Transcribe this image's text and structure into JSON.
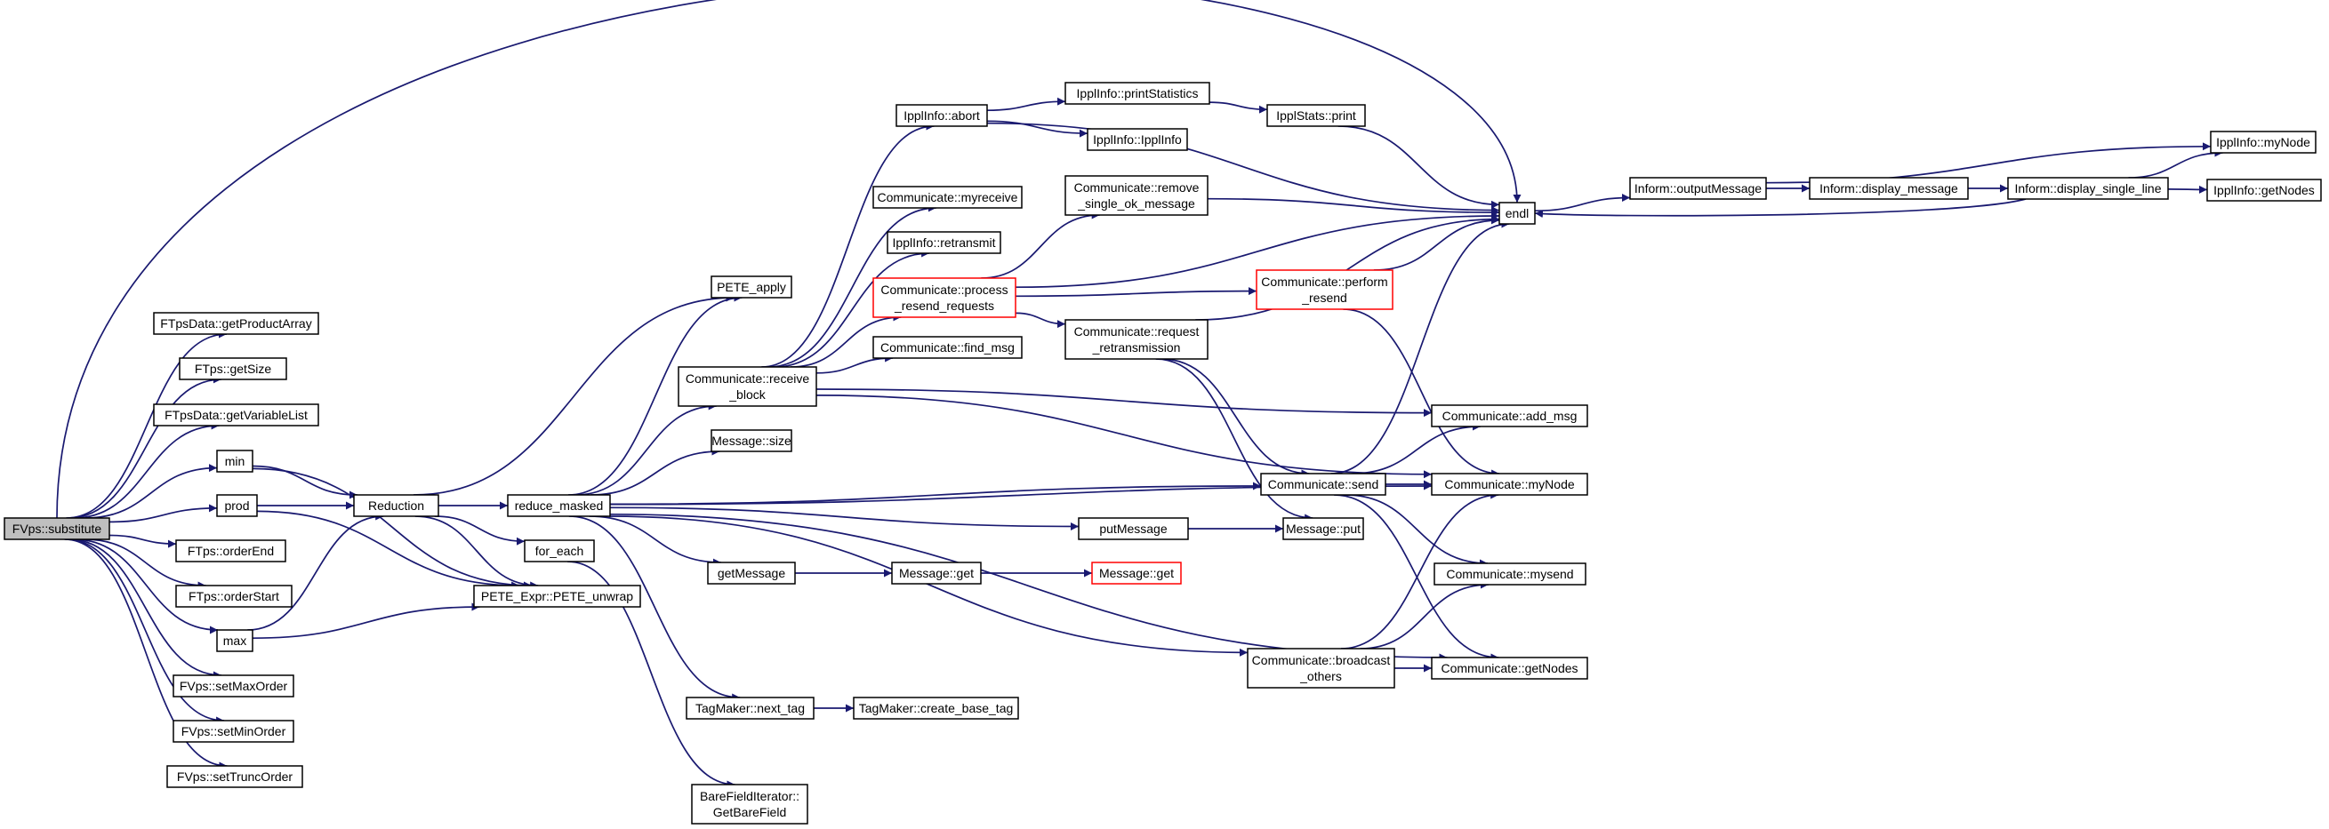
{
  "nodes": [
    {
      "id": "root",
      "lines": [
        "FVps::substitute"
      ],
      "root": true
    },
    {
      "id": "getProductArray",
      "lines": [
        "FTpsData::getProductArray"
      ]
    },
    {
      "id": "getSize",
      "lines": [
        "FTps::getSize"
      ]
    },
    {
      "id": "getVariableList",
      "lines": [
        "FTpsData::getVariableList"
      ]
    },
    {
      "id": "min",
      "lines": [
        "min"
      ]
    },
    {
      "id": "prod",
      "lines": [
        "prod"
      ]
    },
    {
      "id": "orderEnd",
      "lines": [
        "FTps::orderEnd"
      ]
    },
    {
      "id": "orderStart",
      "lines": [
        "FTps::orderStart"
      ]
    },
    {
      "id": "max",
      "lines": [
        "max"
      ]
    },
    {
      "id": "setMaxOrder",
      "lines": [
        "FVps::setMaxOrder"
      ]
    },
    {
      "id": "setMinOrder",
      "lines": [
        "FVps::setMinOrder"
      ]
    },
    {
      "id": "setTruncOrder",
      "lines": [
        "FVps::setTruncOrder"
      ]
    },
    {
      "id": "Reduction",
      "lines": [
        "Reduction"
      ]
    },
    {
      "id": "PETE_apply",
      "lines": [
        "PETE_apply"
      ]
    },
    {
      "id": "reduce_masked",
      "lines": [
        "reduce_masked"
      ]
    },
    {
      "id": "for_each",
      "lines": [
        "for_each"
      ]
    },
    {
      "id": "PETE_unwrap",
      "lines": [
        "PETE_Expr::PETE_unwrap"
      ]
    },
    {
      "id": "GetBareField",
      "lines": [
        "BareFieldIterator::",
        "GetBareField"
      ]
    },
    {
      "id": "abort",
      "lines": [
        "IpplInfo::abort"
      ]
    },
    {
      "id": "myreceive",
      "lines": [
        "Communicate::myreceive"
      ]
    },
    {
      "id": "retransmit",
      "lines": [
        "IpplInfo::retransmit"
      ]
    },
    {
      "id": "process_resend",
      "lines": [
        "Communicate::process",
        "_resend_requests"
      ],
      "trunc": true
    },
    {
      "id": "find_msg",
      "lines": [
        "Communicate::find_msg"
      ]
    },
    {
      "id": "receive_block",
      "lines": [
        "Communicate::receive",
        "_block"
      ]
    },
    {
      "id": "msg_size",
      "lines": [
        "Message::size"
      ]
    },
    {
      "id": "getMessage",
      "lines": [
        "getMessage"
      ]
    },
    {
      "id": "msg_get1",
      "lines": [
        "Message::get"
      ]
    },
    {
      "id": "msg_get2",
      "lines": [
        "Message::get"
      ],
      "trunc": true
    },
    {
      "id": "next_tag",
      "lines": [
        "TagMaker::next_tag"
      ]
    },
    {
      "id": "create_base_tag",
      "lines": [
        "TagMaker::create_base_tag"
      ]
    },
    {
      "id": "printStatistics",
      "lines": [
        "IpplInfo::printStatistics"
      ]
    },
    {
      "id": "ipplinfo_ctor",
      "lines": [
        "IpplInfo::IpplInfo"
      ]
    },
    {
      "id": "remove_single",
      "lines": [
        "Communicate::remove",
        "_single_ok_message"
      ]
    },
    {
      "id": "request_retrans",
      "lines": [
        "Communicate::request",
        "_retransmission"
      ]
    },
    {
      "id": "putMessage",
      "lines": [
        "putMessage"
      ]
    },
    {
      "id": "broadcast_others",
      "lines": [
        "Communicate::broadcast",
        "_others"
      ]
    },
    {
      "id": "stats_print",
      "lines": [
        "IpplStats::print"
      ]
    },
    {
      "id": "perform_resend",
      "lines": [
        "Communicate::perform",
        "_resend"
      ],
      "trunc": true
    },
    {
      "id": "comm_send",
      "lines": [
        "Communicate::send"
      ]
    },
    {
      "id": "msg_put",
      "lines": [
        "Message::put"
      ]
    },
    {
      "id": "endl",
      "lines": [
        "endl"
      ]
    },
    {
      "id": "add_msg",
      "lines": [
        "Communicate::add_msg"
      ]
    },
    {
      "id": "myNode",
      "lines": [
        "Communicate::myNode"
      ]
    },
    {
      "id": "mysend",
      "lines": [
        "Communicate::mysend"
      ]
    },
    {
      "id": "getNodes",
      "lines": [
        "Communicate::getNodes"
      ]
    },
    {
      "id": "outputMessage",
      "lines": [
        "Inform::outputMessage"
      ]
    },
    {
      "id": "display_message",
      "lines": [
        "Inform::display_message"
      ]
    },
    {
      "id": "display_single_line",
      "lines": [
        "Inform::display_single_line"
      ]
    },
    {
      "id": "ippl_myNode",
      "lines": [
        "IpplInfo::myNode"
      ]
    },
    {
      "id": "ippl_getNodes",
      "lines": [
        "IpplInfo::getNodes"
      ]
    }
  ],
  "edges": [
    [
      "root",
      "getProductArray"
    ],
    [
      "root",
      "getSize"
    ],
    [
      "root",
      "getVariableList"
    ],
    [
      "root",
      "min"
    ],
    [
      "root",
      "prod"
    ],
    [
      "root",
      "orderEnd"
    ],
    [
      "root",
      "orderStart"
    ],
    [
      "root",
      "max"
    ],
    [
      "root",
      "setMaxOrder"
    ],
    [
      "root",
      "setMinOrder"
    ],
    [
      "root",
      "setTruncOrder"
    ],
    [
      "root",
      "endl"
    ],
    [
      "min",
      "Reduction"
    ],
    [
      "min",
      "PETE_unwrap"
    ],
    [
      "prod",
      "Reduction"
    ],
    [
      "prod",
      "PETE_unwrap"
    ],
    [
      "max",
      "Reduction"
    ],
    [
      "max",
      "PETE_unwrap"
    ],
    [
      "Reduction",
      "PETE_apply"
    ],
    [
      "Reduction",
      "reduce_masked"
    ],
    [
      "Reduction",
      "for_each"
    ],
    [
      "Reduction",
      "PETE_unwrap"
    ],
    [
      "for_each",
      "GetBareField"
    ],
    [
      "reduce_masked",
      "PETE_apply"
    ],
    [
      "reduce_masked",
      "receive_block"
    ],
    [
      "reduce_masked",
      "msg_size"
    ],
    [
      "reduce_masked",
      "getMessage"
    ],
    [
      "reduce_masked",
      "next_tag"
    ],
    [
      "reduce_masked",
      "putMessage"
    ],
    [
      "reduce_masked",
      "comm_send"
    ],
    [
      "reduce_masked",
      "myNode"
    ],
    [
      "reduce_masked",
      "broadcast_others"
    ],
    [
      "reduce_masked",
      "getNodes"
    ],
    [
      "receive_block",
      "abort"
    ],
    [
      "receive_block",
      "myreceive"
    ],
    [
      "receive_block",
      "retransmit"
    ],
    [
      "receive_block",
      "process_resend"
    ],
    [
      "receive_block",
      "find_msg"
    ],
    [
      "receive_block",
      "add_msg"
    ],
    [
      "receive_block",
      "myNode"
    ],
    [
      "abort",
      "printStatistics"
    ],
    [
      "abort",
      "ipplinfo_ctor"
    ],
    [
      "abort",
      "endl"
    ],
    [
      "printStatistics",
      "stats_print"
    ],
    [
      "stats_print",
      "endl"
    ],
    [
      "process_resend",
      "remove_single"
    ],
    [
      "process_resend",
      "request_retrans"
    ],
    [
      "process_resend",
      "perform_resend"
    ],
    [
      "process_resend",
      "endl"
    ],
    [
      "remove_single",
      "endl"
    ],
    [
      "perform_resend",
      "endl"
    ],
    [
      "perform_resend",
      "myNode"
    ],
    [
      "request_retrans",
      "comm_send"
    ],
    [
      "request_retrans",
      "msg_put"
    ],
    [
      "request_retrans",
      "endl"
    ],
    [
      "getMessage",
      "msg_get1"
    ],
    [
      "msg_get1",
      "msg_get2"
    ],
    [
      "putMessage",
      "msg_put"
    ],
    [
      "next_tag",
      "create_base_tag"
    ],
    [
      "comm_send",
      "endl"
    ],
    [
      "comm_send",
      "add_msg"
    ],
    [
      "comm_send",
      "myNode"
    ],
    [
      "comm_send",
      "mysend"
    ],
    [
      "comm_send",
      "getNodes"
    ],
    [
      "broadcast_others",
      "myNode"
    ],
    [
      "broadcast_others",
      "mysend"
    ],
    [
      "broadcast_others",
      "getNodes"
    ],
    [
      "endl",
      "outputMessage"
    ],
    [
      "outputMessage",
      "display_message"
    ],
    [
      "outputMessage",
      "ippl_myNode"
    ],
    [
      "display_message",
      "display_single_line"
    ],
    [
      "display_single_line",
      "ippl_myNode"
    ],
    [
      "display_single_line",
      "ippl_getNodes"
    ],
    [
      "display_single_line",
      "endl"
    ]
  ]
}
